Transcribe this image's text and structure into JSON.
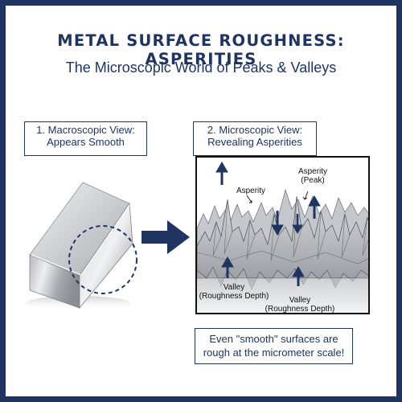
{
  "title": "METAL SURFACE ROUGHNESS: ASPERITIES",
  "subtitle": "The Microscopic World of Peaks & Valleys",
  "macro": {
    "label_line1": "1. Macroscopic View:",
    "label_line2": "Appears Smooth"
  },
  "micro": {
    "label_line1": "2. Microscopic View:",
    "label_line2": "Revealing Asperities",
    "annotations": {
      "asperity_left": "Asperity",
      "asperity_right_line1": "Asperity",
      "asperity_right_line2": "(Peak)",
      "valley_left_line1": "Valley",
      "valley_left_line2": "(Roughness Depth)",
      "valley_right_line1": "Valley",
      "valley_right_line2": "(Roughness Depth)"
    }
  },
  "note": {
    "line1": "Even \"smooth\" surfaces are",
    "line2": "rough at the micrometer scale!"
  },
  "colors": {
    "navy": "#1f3461",
    "frame": "#1f3461",
    "metal_light": "#e4e6e8",
    "metal_dark": "#7d8186"
  }
}
